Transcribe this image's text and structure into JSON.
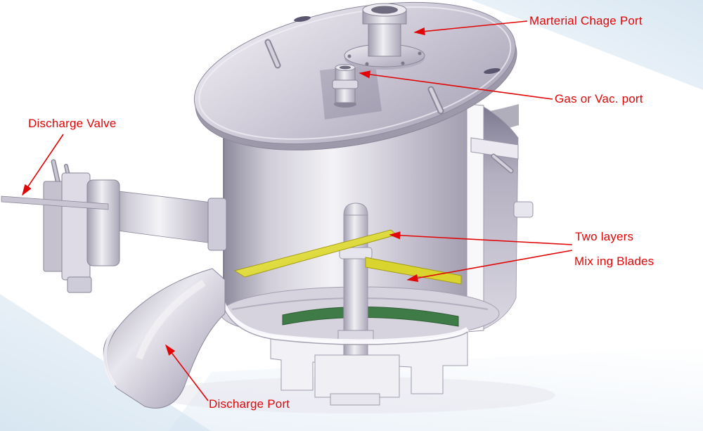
{
  "diagram": {
    "subject": "Industrial vertical mixing vessel cutaway diagram",
    "annotation_color": "#e10505",
    "colors": {
      "annotation_red": "#e10505",
      "blade_yellow": "#e7e333",
      "blade_green": "#3e7b46",
      "metal_lavender": "#c9c5d3",
      "background_tint_blue": "#dce9f3"
    },
    "labels": {
      "material_charge_port": "Marterial Chage Port",
      "gas_vac_port": "Gas or Vac. port",
      "discharge_valve": "Discharge Valve",
      "two_layers": "Two layers",
      "mixing_blades": "Mix ing Blades",
      "discharge_port": "Discharge Port"
    }
  }
}
